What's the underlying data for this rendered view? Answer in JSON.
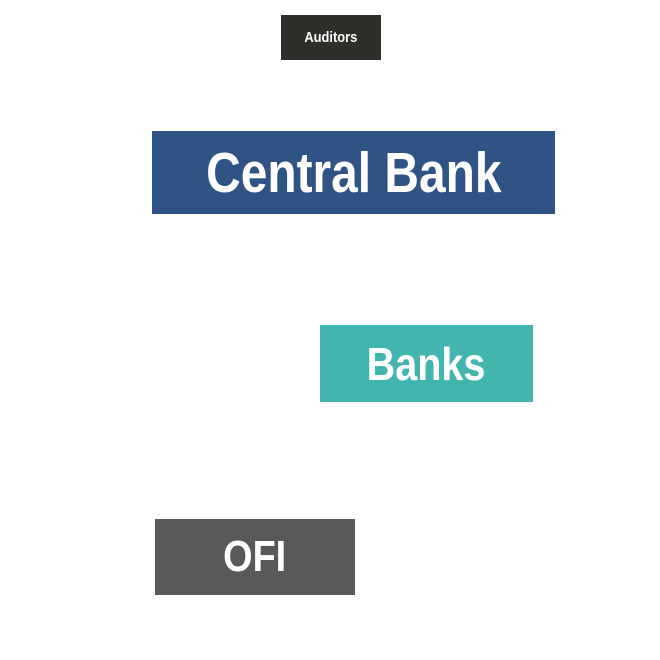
{
  "entities": {
    "auditors": {
      "label": "Auditors",
      "color": "#2e2e2a"
    },
    "central_bank": {
      "label": "Central Bank",
      "color": "#2f5384"
    },
    "banks": {
      "label": "Banks",
      "color": "#43b5af"
    },
    "ofi": {
      "label": "OFI",
      "color": "#59595b"
    }
  }
}
